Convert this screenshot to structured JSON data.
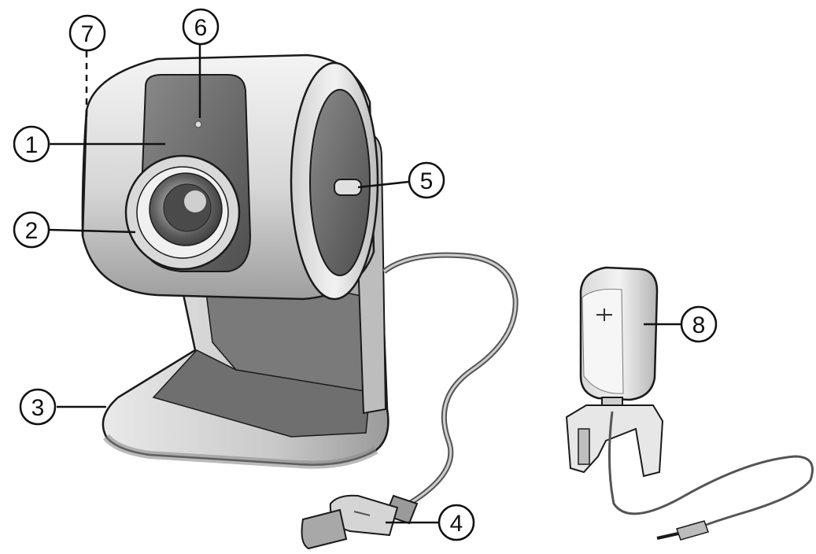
{
  "diagram": {
    "callouts": [
      {
        "id": "callout-1",
        "number": "1"
      },
      {
        "id": "callout-2",
        "number": "2"
      },
      {
        "id": "callout-3",
        "number": "3"
      },
      {
        "id": "callout-4",
        "number": "4"
      },
      {
        "id": "callout-5",
        "number": "5"
      },
      {
        "id": "callout-6",
        "number": "6"
      },
      {
        "id": "callout-7",
        "number": "7"
      },
      {
        "id": "callout-8",
        "number": "8"
      }
    ],
    "colors": {
      "body_light": "#e6e6e6",
      "body_mid": "#bdbdbd",
      "face_dark": "#6b6b6b",
      "outline": "#1a1a1a"
    }
  }
}
